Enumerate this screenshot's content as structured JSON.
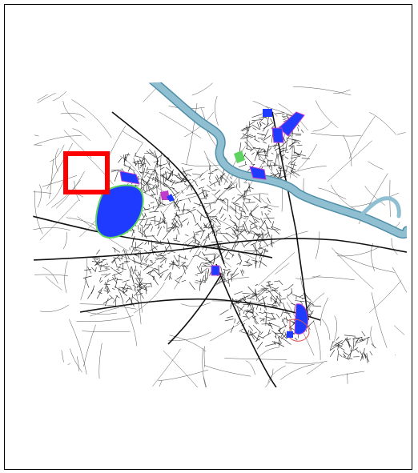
{
  "colors": {
    "river": "#8fbfd0",
    "river_edge": "#4f8ea8",
    "zone_blue": "#1f3bff",
    "zone_magenta": "#c03cc8",
    "green_edge": "#5fd35f",
    "highlight": "#ff0000",
    "roads": "#222222",
    "frame_border": "#000000"
  },
  "map": {
    "features": [
      "river",
      "urban-road-network",
      "blue-zones",
      "highlight-box"
    ]
  }
}
